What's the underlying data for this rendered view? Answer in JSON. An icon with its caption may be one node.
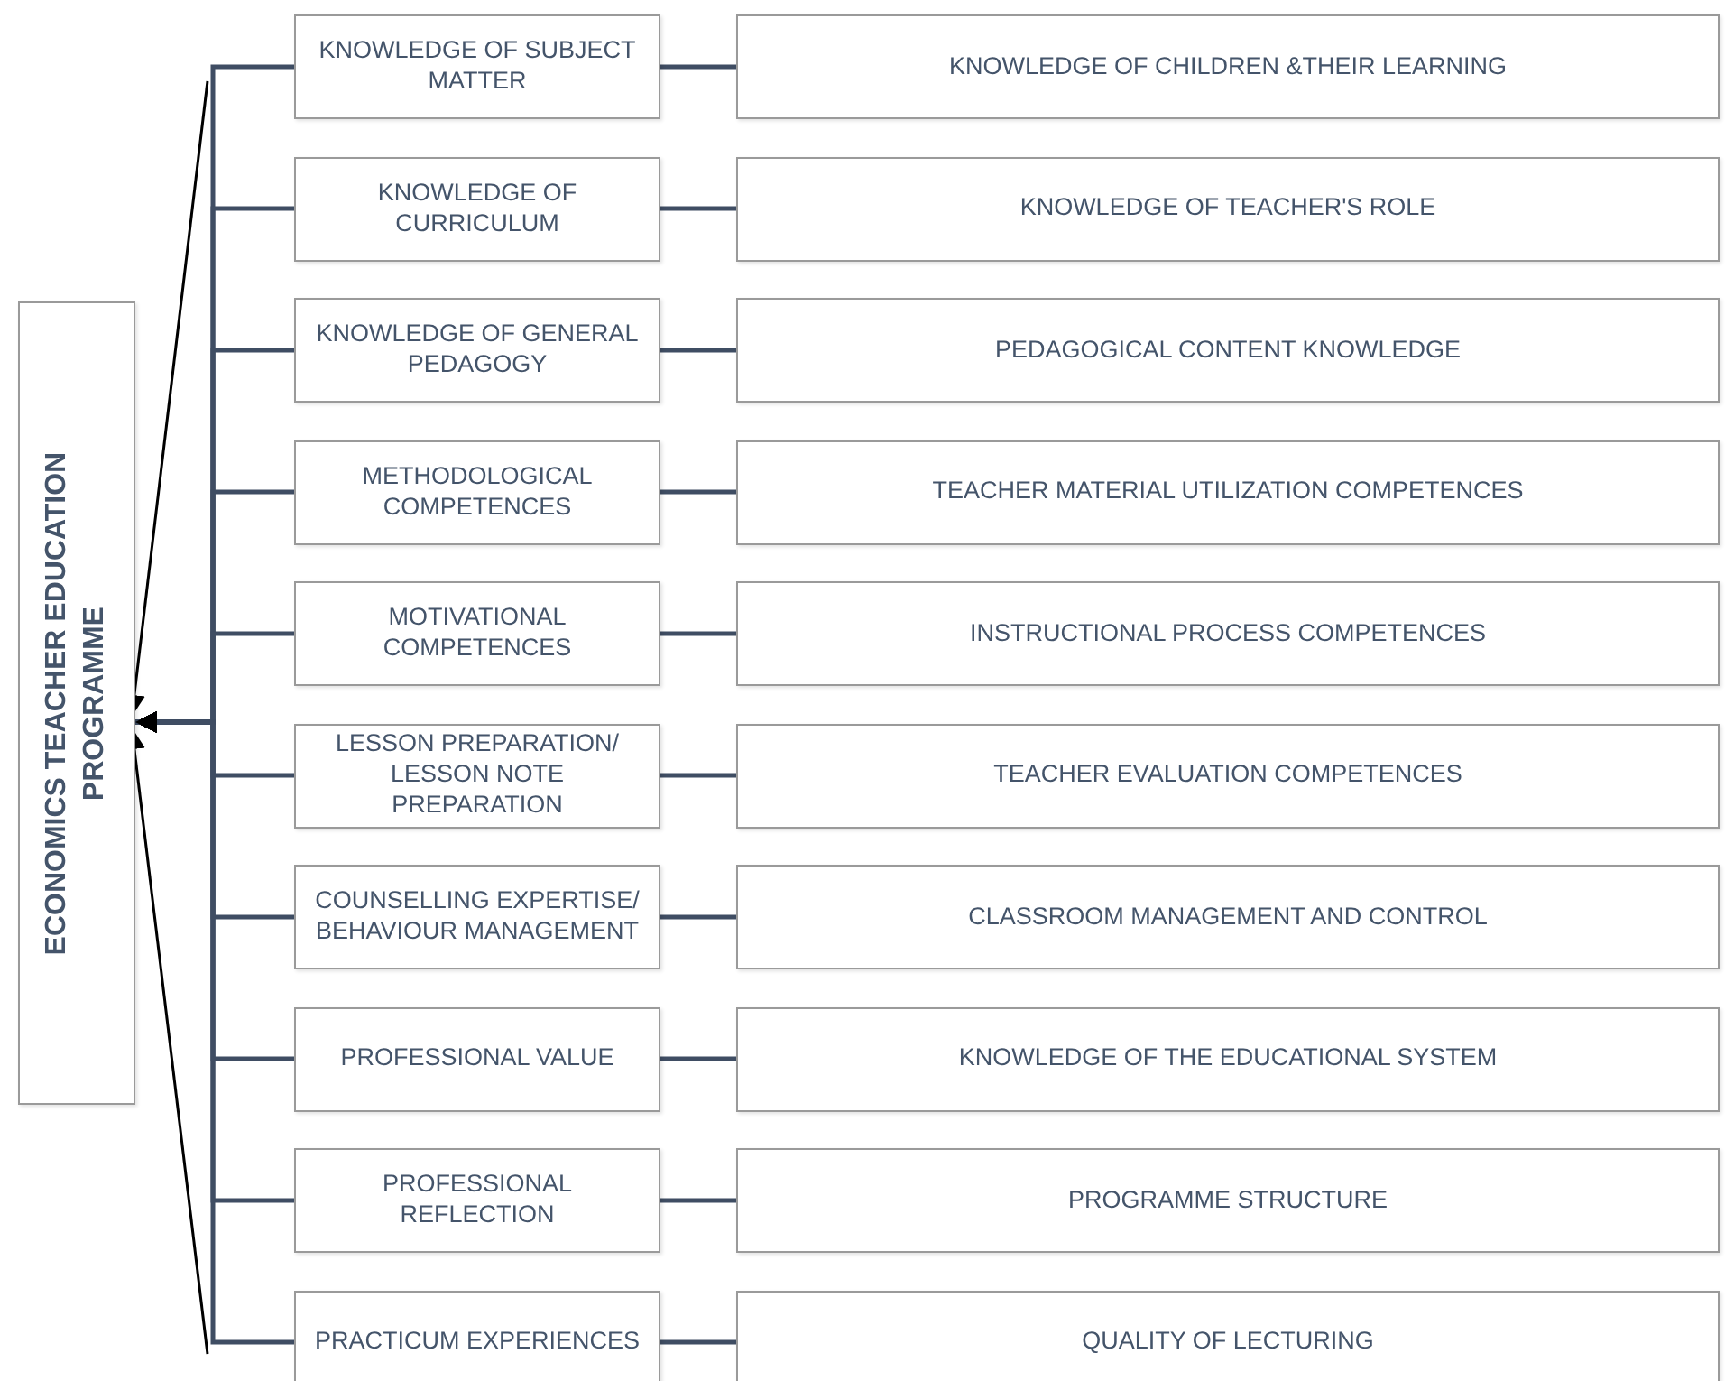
{
  "diagram": {
    "nodes": [
      {
        "text": [
          "ECONOMICS TEACHER EDUCATION PROGRAMME"
        ]
      },
      {
        "text": [
          "KNOWLEDGE OF SUBJECT MATTER"
        ]
      },
      {
        "text": [
          "KNOWLEDGE OF CHILDREN &THEIR LEARNING"
        ]
      },
      {
        "text": [
          "KNOWLEDGE OF CURRICULUM"
        ]
      },
      {
        "text": [
          "KNOWLEDGE OF TEACHER'S ROLE"
        ]
      },
      {
        "text": [
          "KNOWLEDGE OF GENERAL PEDAGOGY"
        ]
      },
      {
        "text": [
          "PEDAGOGICAL CONTENT KNOWLEDGE"
        ]
      },
      {
        "text": [
          "METHODOLOGICAL COMPETENCES"
        ]
      },
      {
        "text": [
          "TEACHER MATERIAL UTILIZATION COMPETENCES"
        ]
      },
      {
        "text": [
          "MOTIVATIONAL COMPETENCES"
        ]
      },
      {
        "text": [
          "INSTRUCTIONAL PROCESS COMPETENCES"
        ]
      },
      {
        "text": [
          "LESSON PREPARATION/ LESSON NOTE PREPARATION"
        ]
      },
      {
        "text": [
          "TEACHER EVALUATION COMPETENCES"
        ]
      },
      {
        "text": [
          "COUNSELLING EXPERTISE/ BEHAVIOUR MANAGEMENT"
        ]
      },
      {
        "text": [
          "CLASSROOM MANAGEMENT AND CONTROL"
        ]
      },
      {
        "text": [
          "PROFESSIONAL VALUE"
        ]
      },
      {
        "text": [
          "KNOWLEDGE OF THE EDUCATIONAL SYSTEM"
        ]
      },
      {
        "text": [
          "PROFESSIONAL REFLECTION"
        ]
      },
      {
        "text": [
          "PROGRAMME STRUCTURE"
        ]
      },
      {
        "text": [
          "PRACTICUM EXPERIENCES"
        ]
      },
      {
        "text": [
          "QUALITY OF LECTURING"
        ]
      }
    ],
    "edges": [
      {
        "from": 1,
        "to": 2,
        "arrow": "none"
      },
      {
        "from": 3,
        "to": 4,
        "arrow": "none"
      },
      {
        "from": 5,
        "to": 6,
        "arrow": "none"
      },
      {
        "from": 7,
        "to": 8,
        "arrow": "none"
      },
      {
        "from": 9,
        "to": 10,
        "arrow": "none"
      },
      {
        "from": 11,
        "to": 12,
        "arrow": "none"
      },
      {
        "from": 13,
        "to": 14,
        "arrow": "none"
      },
      {
        "from": 15,
        "to": 16,
        "arrow": "none"
      },
      {
        "from": 17,
        "to": 18,
        "arrow": "none"
      },
      {
        "from": 19,
        "to": 20,
        "arrow": "none"
      },
      {
        "from": 1,
        "to": 0,
        "arrow": "to"
      },
      {
        "from": 3,
        "to": 0,
        "arrow": "to"
      },
      {
        "from": 5,
        "to": 0,
        "arrow": "to"
      },
      {
        "from": 7,
        "to": 0,
        "arrow": "to"
      },
      {
        "from": 9,
        "to": 0,
        "arrow": "to"
      },
      {
        "from": 11,
        "to": 0,
        "arrow": "to"
      },
      {
        "from": 13,
        "to": 0,
        "arrow": "to"
      },
      {
        "from": 15,
        "to": 0,
        "arrow": "to"
      },
      {
        "from": 17,
        "to": 0,
        "arrow": "to"
      },
      {
        "from": 19,
        "to": 0,
        "arrow": "to"
      },
      {
        "from": null,
        "to": 0,
        "arrow": "to",
        "color": "#000000"
      },
      {
        "from": null,
        "to": 0,
        "arrow": "to",
        "color": "#000000"
      }
    ]
  }
}
